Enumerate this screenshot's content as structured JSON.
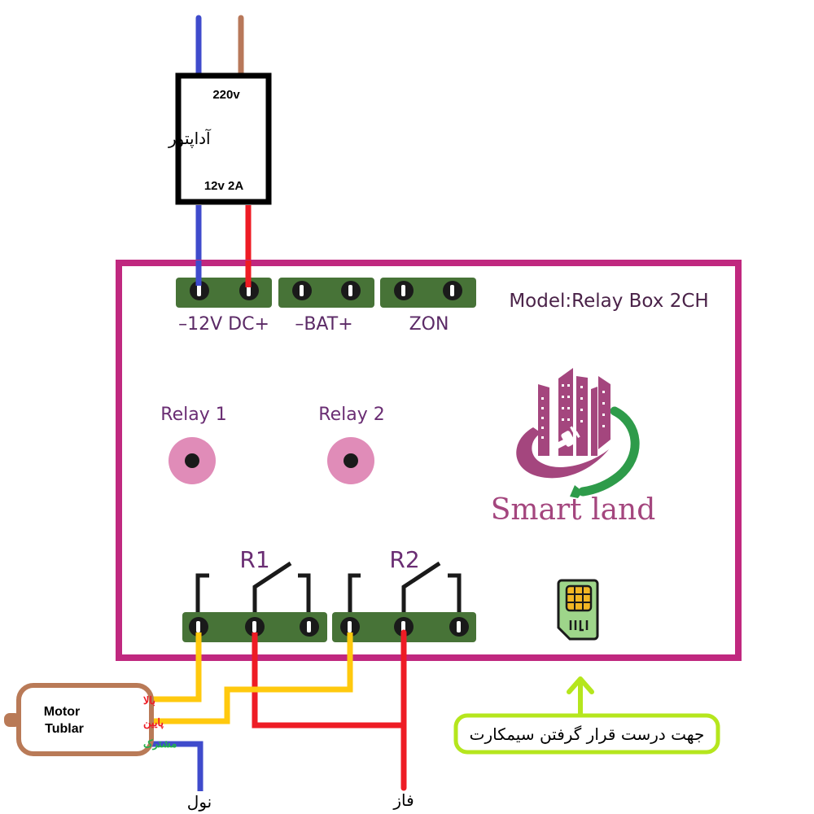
{
  "colors": {
    "box_border": "#c0287f",
    "terminal_green": "#477337",
    "label_purple": "#5b2a66",
    "wire_blue": "#3f4bcc",
    "wire_brown": "#b8785a",
    "wire_red": "#ee1c25",
    "wire_yellow": "#ffc90e",
    "relay_led": "#e08cb8",
    "logo_magenta": "#a4467e",
    "logo_green": "#2e9b4a",
    "hint_green": "#b5e61d",
    "sim_body": "#9ed58a",
    "sim_chip": "#f2b623",
    "motor_border": "#b97a57",
    "text_green": "#22b14c"
  },
  "adapter": {
    "side_label": "آداپتور",
    "input_label": "220v",
    "output_label": "12v 2A"
  },
  "board": {
    "model_label": "Model:Relay Box 2CH",
    "terminals": [
      {
        "name": "power",
        "label": "–12V DC+"
      },
      {
        "name": "battery",
        "label": "–BAT+"
      },
      {
        "name": "zone",
        "label": "ZON"
      }
    ],
    "relays": [
      {
        "led_label": "Relay 1",
        "contact_label": "R1"
      },
      {
        "led_label": "Relay 2",
        "contact_label": "R2"
      }
    ],
    "logo": {
      "brand_text": "Smart land"
    },
    "sim_slot": {
      "icon": "sim-card-icon"
    }
  },
  "motor": {
    "title_line1": "Motor",
    "title_line2": "Tublar",
    "wires": [
      {
        "label": "بالا",
        "color": "#ee1c25"
      },
      {
        "label": "پایین",
        "color": "#ee1c25"
      },
      {
        "label": "مشترک",
        "color": "#22b14c"
      }
    ]
  },
  "mains": {
    "neutral_label": "نول",
    "phase_label": "فاز"
  },
  "hint": {
    "text": "جهت درست قرار گرفتن سیمکارت",
    "icon": "arrow-up-icon"
  }
}
